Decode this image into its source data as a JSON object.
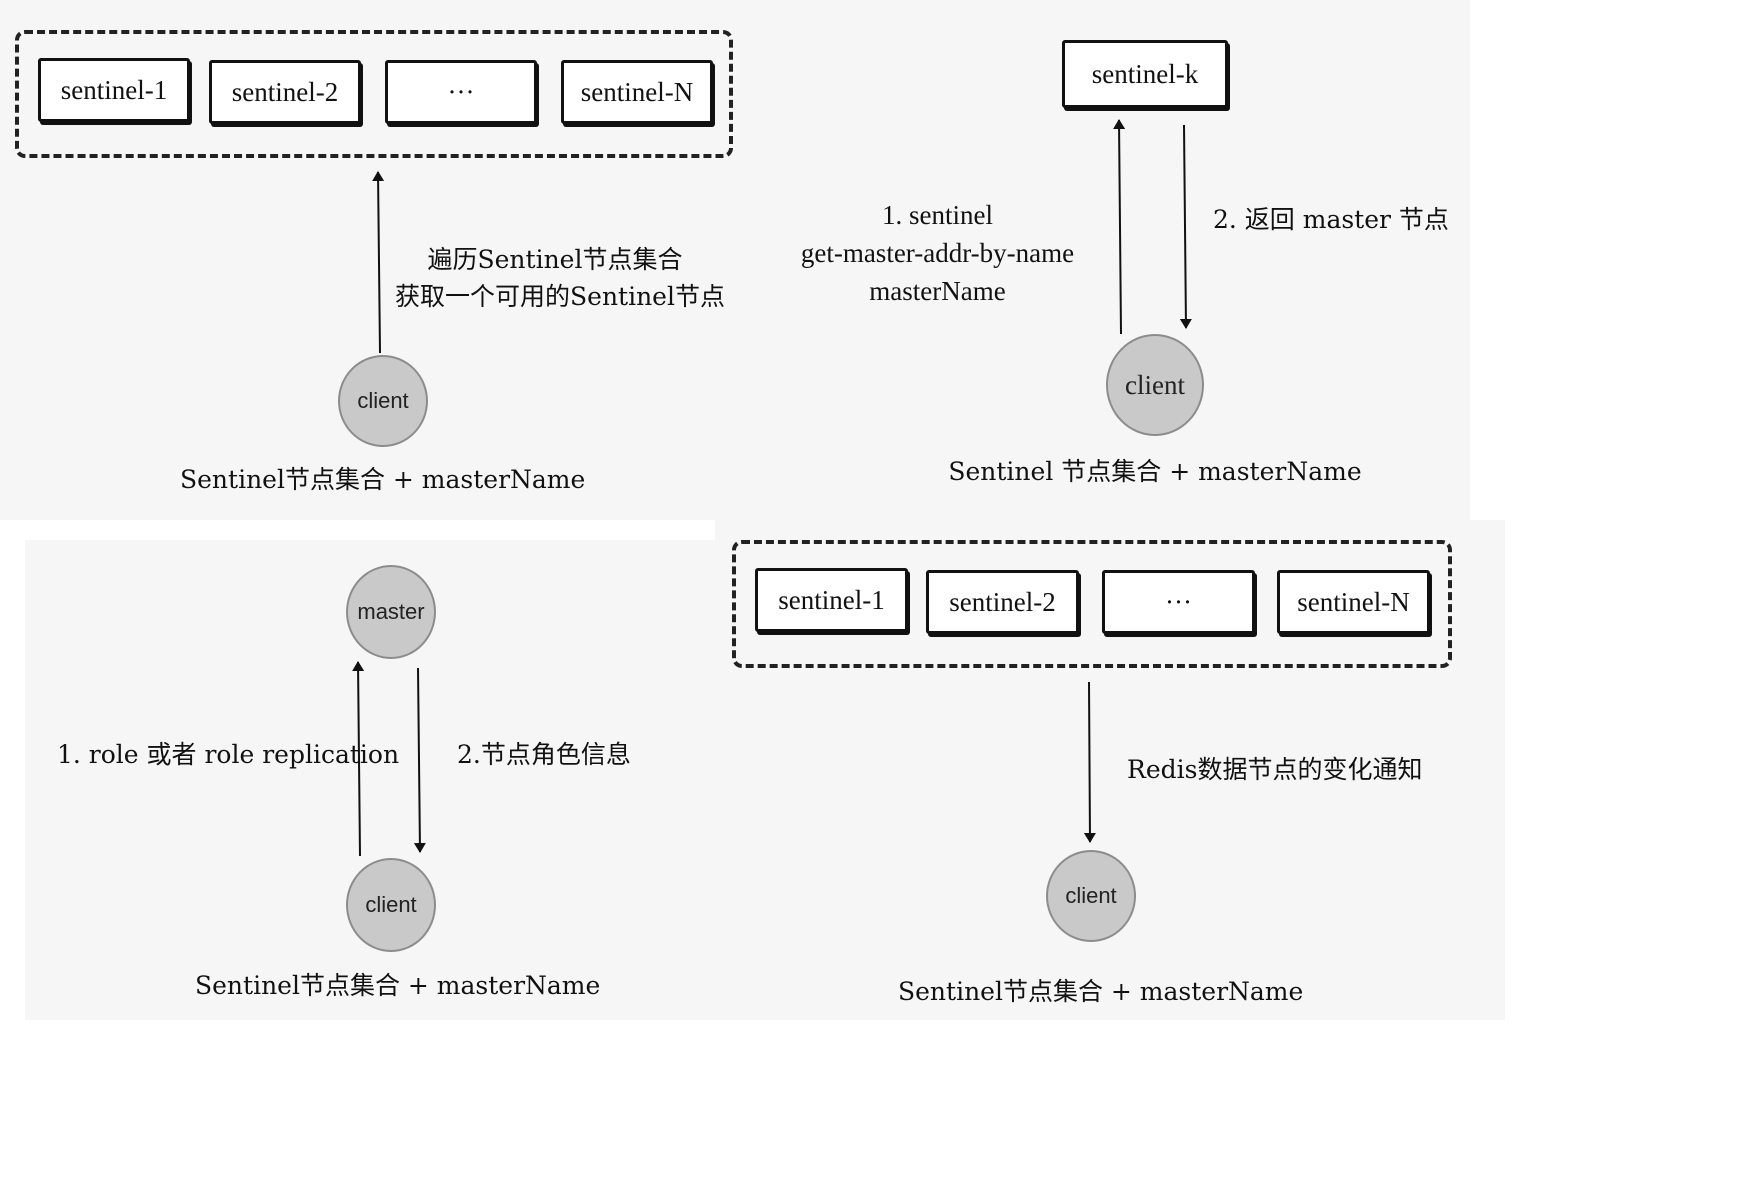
{
  "panel1": {
    "sentinels": [
      "sentinel-1",
      "sentinel-2",
      "···",
      "sentinel-N"
    ],
    "annotation": [
      "遍历Sentinel节点集合",
      "获取一个可用的Sentinel节点"
    ],
    "client": "client",
    "caption": "Sentinel节点集合 + masterName"
  },
  "panel2": {
    "sentinel": "sentinel-k",
    "request": [
      "1. sentinel",
      "get-master-addr-by-name",
      "masterName"
    ],
    "response": "2. 返回 master 节点",
    "client": "client",
    "caption": "Sentinel 节点集合 + masterName"
  },
  "panel3": {
    "master": "master",
    "request": "1. role 或者 role replication",
    "response": "2.节点角色信息",
    "client": "client",
    "caption": "Sentinel节点集合 + masterName"
  },
  "panel4": {
    "sentinels": [
      "sentinel-1",
      "sentinel-2",
      "···",
      "sentinel-N"
    ],
    "notification": "Redis数据节点的变化通知",
    "client": "client",
    "caption": "Sentinel节点集合 + masterName"
  }
}
